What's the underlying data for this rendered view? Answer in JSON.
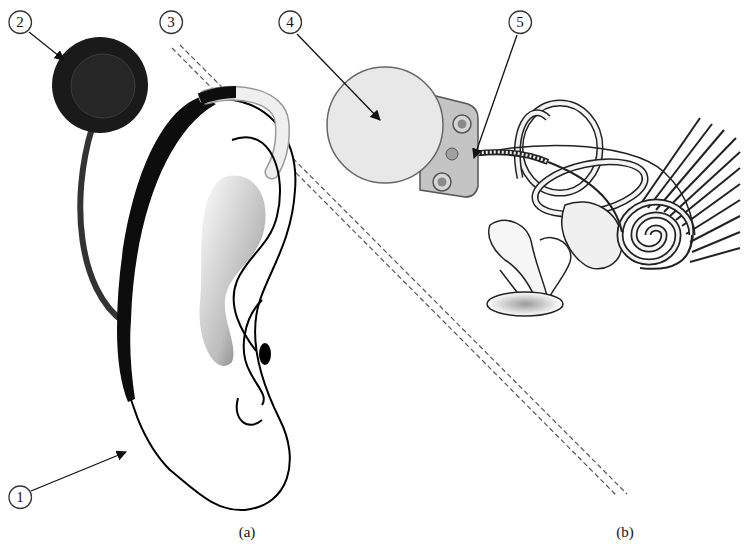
{
  "diagram": {
    "nodes": [
      {
        "text": [
          "2"
        ]
      },
      {
        "text": [
          "3"
        ]
      },
      {
        "text": [
          "4"
        ]
      },
      {
        "text": [
          "5"
        ]
      },
      {
        "text": [
          "1"
        ]
      }
    ],
    "labels": [
      "(a)",
      "(b)"
    ]
  }
}
